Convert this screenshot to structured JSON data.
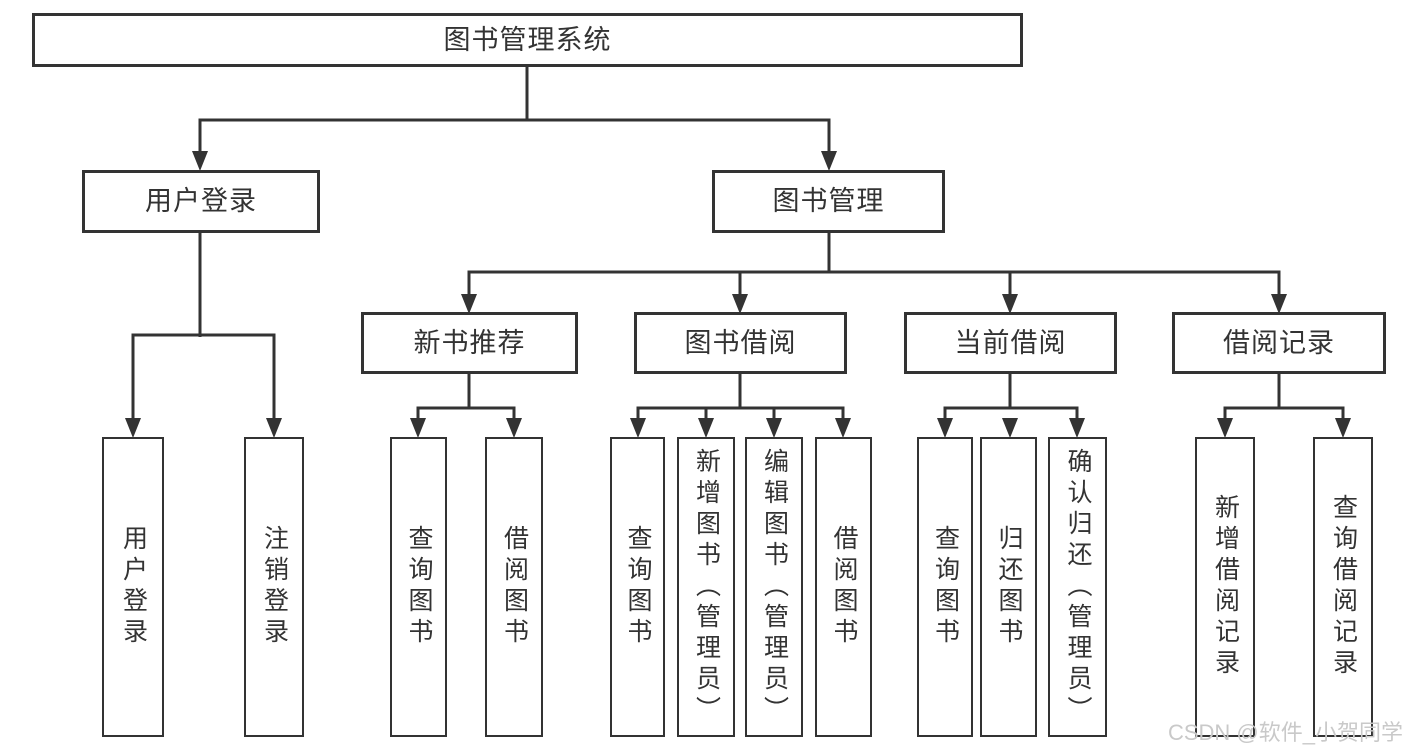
{
  "diagram": {
    "root_label": "图书管理系统",
    "user_login": {
      "label": "用户登录",
      "children": [
        "用户登录",
        "注销登录"
      ]
    },
    "book_management": {
      "label": "图书管理",
      "sections": [
        {
          "label": "新书推荐",
          "children": [
            "查询图书",
            "借阅图书"
          ]
        },
        {
          "label": "图书借阅",
          "children": [
            "查询图书",
            "新增图书（管理员）",
            "编辑图书（管理员）",
            "借阅图书"
          ]
        },
        {
          "label": "当前借阅",
          "children": [
            "查询图书",
            "归还图书",
            "确认归还（管理员）"
          ]
        },
        {
          "label": "借阅记录",
          "children": [
            "新增借阅记录",
            "查询借阅记录"
          ]
        }
      ]
    },
    "watermark": "CSDN @软件_小贺同学",
    "colors": {
      "line": "#333333",
      "text": "#333333",
      "watermark": "#c9c9c9",
      "background": "#ffffff"
    }
  }
}
